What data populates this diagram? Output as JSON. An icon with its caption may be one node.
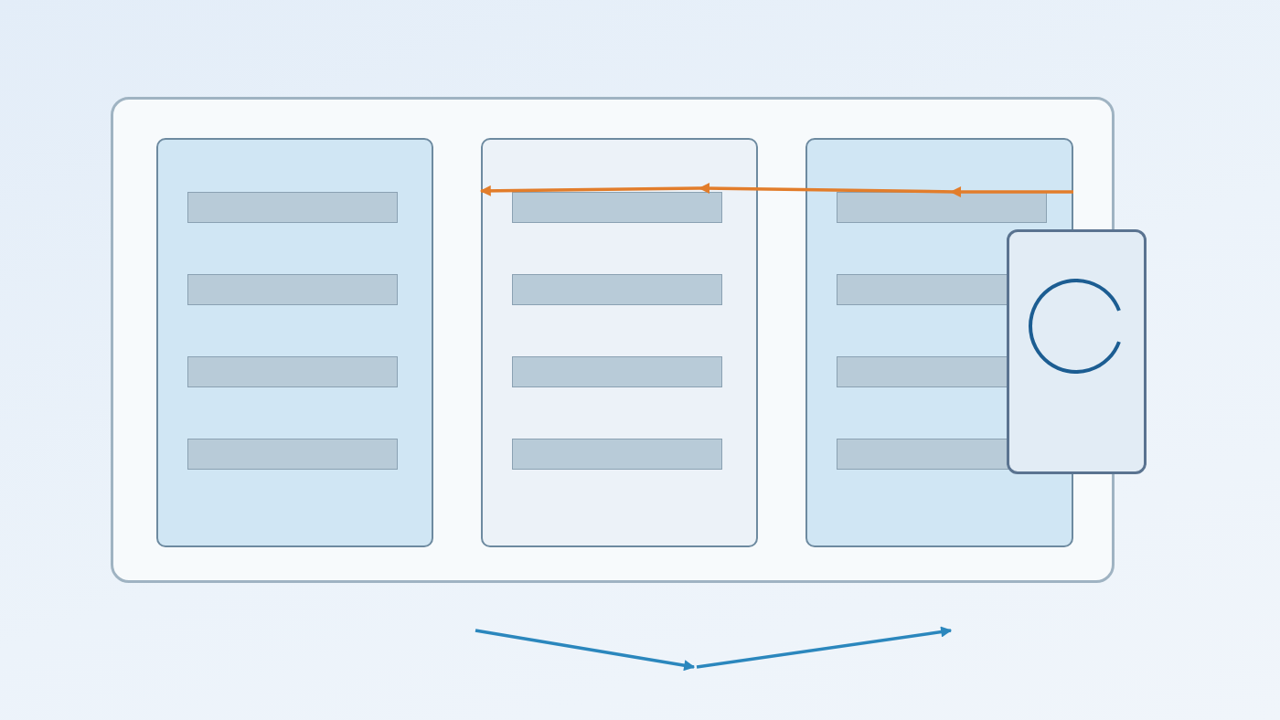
{
  "diagram": {
    "nodes": [
      {
        "text": [],
        "shape": "box"
      },
      {
        "text": [],
        "shape": "box",
        "in": 0
      },
      {
        "text": [],
        "shape": "bar",
        "in": 1
      },
      {
        "text": [],
        "shape": "bar",
        "in": 1
      },
      {
        "text": [],
        "shape": "bar",
        "in": 1
      },
      {
        "text": [],
        "shape": "bar",
        "in": 1
      },
      {
        "text": [],
        "shape": "box",
        "in": 0
      },
      {
        "text": [],
        "shape": "bar",
        "in": 6
      },
      {
        "text": [],
        "shape": "bar",
        "in": 6
      },
      {
        "text": [],
        "shape": "bar",
        "in": 6
      },
      {
        "text": [],
        "shape": "bar",
        "in": 6
      },
      {
        "text": [],
        "shape": "box",
        "in": 0
      },
      {
        "text": [],
        "shape": "bar",
        "in": 11
      },
      {
        "text": [],
        "shape": "bar",
        "in": 11
      },
      {
        "text": [],
        "shape": "bar",
        "in": 11
      },
      {
        "text": [],
        "shape": "bar",
        "in": 11
      },
      {
        "text": [],
        "shape": "box"
      }
    ],
    "edges": [
      {
        "from": 11,
        "to": 6,
        "arrow": "to",
        "color": "#e27d2b"
      }
    ]
  }
}
